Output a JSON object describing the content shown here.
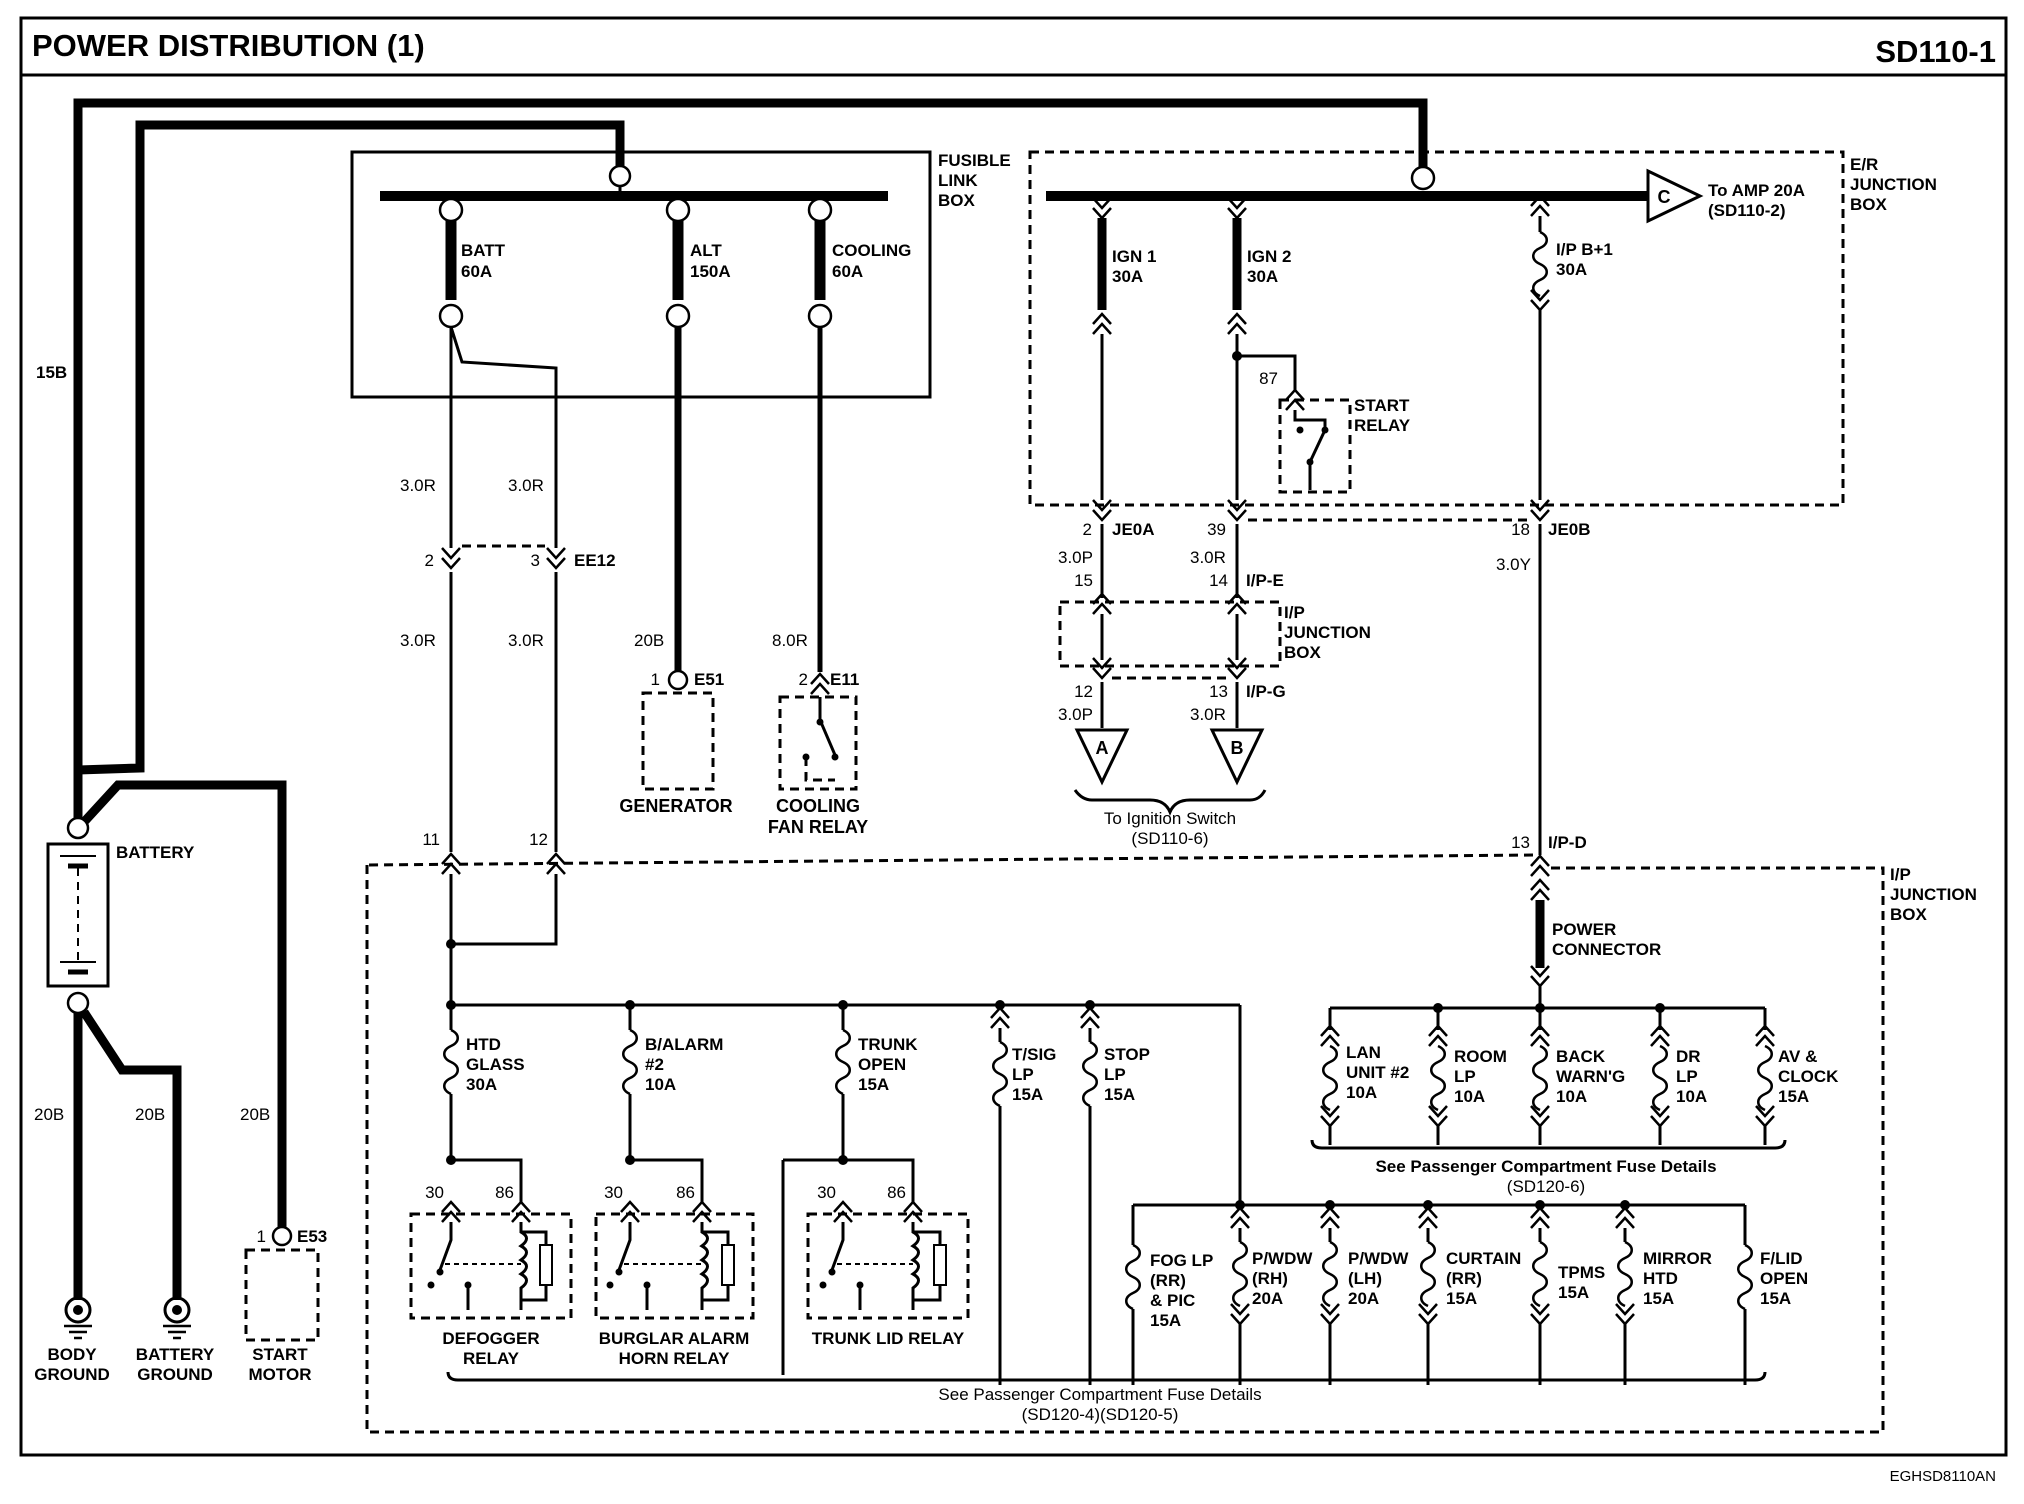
{
  "header": {
    "title": "POWER DISTRIBUTION (1)",
    "code": "SD110-1"
  },
  "footer": {
    "doc_id": "EGHSD8110AN"
  },
  "fusible_link_box": {
    "title_1": "FUSIBLE",
    "title_2": "LINK",
    "title_3": "BOX",
    "links": [
      {
        "name": "BATT",
        "rating": "60A"
      },
      {
        "name": "ALT",
        "rating": "150A"
      },
      {
        "name": "COOLING",
        "rating": "60A"
      }
    ]
  },
  "er_junction_box": {
    "title_1": "E/R",
    "title_2": "JUNCTION",
    "title_3": "BOX",
    "fuses": [
      {
        "name": "IGN 1",
        "rating": "30A"
      },
      {
        "name": "IGN 2",
        "rating": "30A"
      },
      {
        "name": "I/P B+1",
        "rating": "30A"
      }
    ],
    "to_amp": {
      "connector": "C",
      "text_1": "To AMP 20A",
      "text_2": "(SD110-2)"
    },
    "start_relay": {
      "pin": "87",
      "label_1": "START",
      "label_2": "RELAY"
    }
  },
  "ip_junction_box_mid": {
    "title_1": "I/P",
    "title_2": "JUNCTION",
    "title_3": "BOX"
  },
  "ip_junction_box_main": {
    "title_1": "I/P",
    "title_2": "JUNCTION",
    "title_3": "BOX"
  },
  "wires": {
    "w15b": "15B",
    "w3r_1": "3.0R",
    "w3r_2": "3.0R",
    "w3r_3": "3.0R",
    "w3r_4": "3.0R",
    "w20b_gen": "20B",
    "w8r": "8.0R",
    "w3p_1": "3.0P",
    "w3r_5": "3.0R",
    "w3y": "3.0Y",
    "w3p_2": "3.0P",
    "w3r_6": "3.0R",
    "w20b_1": "20B",
    "w20b_2": "20B",
    "w20b_3": "20B"
  },
  "connectors": {
    "ee12": {
      "pin_a": "2",
      "pin_b": "3",
      "name": "EE12"
    },
    "e51": {
      "pin": "1",
      "name": "E51"
    },
    "e11": {
      "pin": "2",
      "name": "E11"
    },
    "e53": {
      "pin": "1",
      "name": "E53"
    },
    "je0a": {
      "pin": "2",
      "name": "JE0A"
    },
    "je0a_39": {
      "pin": "39"
    },
    "je0b": {
      "pin": "18",
      "name": "JE0B"
    },
    "ipe": {
      "pin_a": "15",
      "pin_b": "14",
      "name": "I/P-E"
    },
    "ipg": {
      "pin_a": "12",
      "pin_b": "13",
      "name": "I/P-G"
    },
    "ipd": {
      "pin": "13",
      "name": "I/P-D"
    },
    "ip_pins": {
      "pin_a": "11",
      "pin_b": "12"
    }
  },
  "components": {
    "generator": "GENERATOR",
    "cooling_fan_relay_1": "COOLING",
    "cooling_fan_relay_2": "FAN RELAY",
    "battery": "BATTERY",
    "body_ground_1": "BODY",
    "body_ground_2": "GROUND",
    "battery_ground_1": "BATTERY",
    "battery_ground_2": "GROUND",
    "start_motor_1": "START",
    "start_motor_2": "MOTOR",
    "ignition_1": "To Ignition Switch",
    "ignition_2": "(SD110-6)",
    "conn_a": "A",
    "conn_b": "B",
    "power_connector_1": "POWER",
    "power_connector_2": "CONNECTOR"
  },
  "relays": [
    {
      "label_1": "DEFOGGER",
      "label_2": "RELAY",
      "pin_a": "30",
      "pin_b": "86"
    },
    {
      "label_1": "BURGLAR ALARM",
      "label_2": "HORN RELAY",
      "pin_a": "30",
      "pin_b": "86"
    },
    {
      "label_1": "TRUNK LID RELAY",
      "label_2": "",
      "pin_a": "30",
      "pin_b": "86"
    }
  ],
  "ip_fuses_left": [
    {
      "l1": "HTD",
      "l2": "GLASS",
      "l3": "30A"
    },
    {
      "l1": "B/ALARM",
      "l2": "#2",
      "l3": "10A"
    },
    {
      "l1": "TRUNK",
      "l2": "OPEN",
      "l3": "15A"
    },
    {
      "l1": "T/SIG",
      "l2": "LP",
      "l3": "15A"
    },
    {
      "l1": "STOP",
      "l2": "LP",
      "l3": "15A"
    }
  ],
  "ip_fuses_right": [
    {
      "l1": "LAN",
      "l2": "UNIT #2",
      "l3": "10A"
    },
    {
      "l1": "ROOM",
      "l2": "LP",
      "l3": "10A"
    },
    {
      "l1": "BACK",
      "l2": "WARN'G",
      "l3": "10A"
    },
    {
      "l1": "DR",
      "l2": "LP",
      "l3": "10A"
    },
    {
      "l1": "AV &",
      "l2": "CLOCK",
      "l3": "15A"
    }
  ],
  "ip_fuses_bottom": [
    {
      "l1": "FOG LP",
      "l2": "(RR)",
      "l3": "& PIC",
      "l4": "15A"
    },
    {
      "l1": "P/WDW",
      "l2": "(RH)",
      "l3": "20A",
      "l4": ""
    },
    {
      "l1": "P/WDW",
      "l2": "(LH)",
      "l3": "20A",
      "l4": ""
    },
    {
      "l1": "CURTAIN",
      "l2": "(RR)",
      "l3": "15A",
      "l4": ""
    },
    {
      "l1": "TPMS",
      "l2": "15A",
      "l3": "",
      "l4": ""
    },
    {
      "l1": "MIRROR",
      "l2": "HTD",
      "l3": "15A",
      "l4": ""
    },
    {
      "l1": "F/LID",
      "l2": "OPEN",
      "l3": "15A",
      "l4": ""
    }
  ],
  "notes": {
    "see_1a": "See Passenger Compartment Fuse Details",
    "see_1b": "(SD120-6)",
    "see_2a": "See Passenger Compartment Fuse Details",
    "see_2b": "(SD120-4)(SD120-5)"
  }
}
